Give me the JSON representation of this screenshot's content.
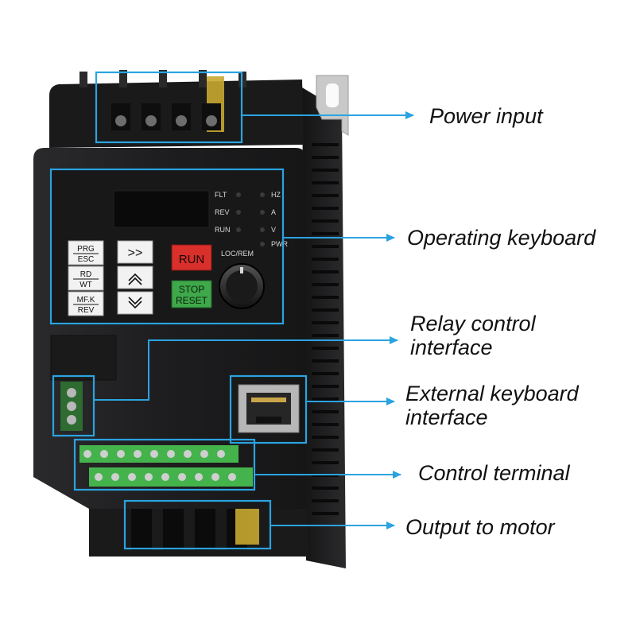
{
  "panel": {
    "indicators_left": [
      "FLT",
      "REV",
      "RUN"
    ],
    "indicators_right": [
      "HZ",
      "A",
      "V",
      "PWR"
    ],
    "run_label": "RUN",
    "stop_label": "STOP",
    "reset_label": "RESET",
    "loc_rem_label": "LOC/REM",
    "prg_label": "PRG",
    "esc_label": "ESC",
    "rd_label": "RD",
    "wt_label": "WT",
    "mfk_label": "MF.K",
    "rev_key_label": "REV",
    "shift_key_symbol": ">>"
  },
  "callouts": {
    "power_input": "Power input",
    "operating_keyboard": "Operating keyboard",
    "relay_line1": "Relay control",
    "relay_line2": "interface",
    "ext_keyboard_line1": "External keyboard",
    "ext_keyboard_line2": "interface",
    "control_terminal": "Control terminal",
    "output_motor": "Output to motor"
  },
  "colors": {
    "highlight_box": "#2ba3e0",
    "arrow": "#2ba3e0",
    "device_body": "#1d1d1f",
    "run_button": "#d9302c",
    "stop_button": "#3ea84a",
    "terminal_green": "#45b34c"
  }
}
